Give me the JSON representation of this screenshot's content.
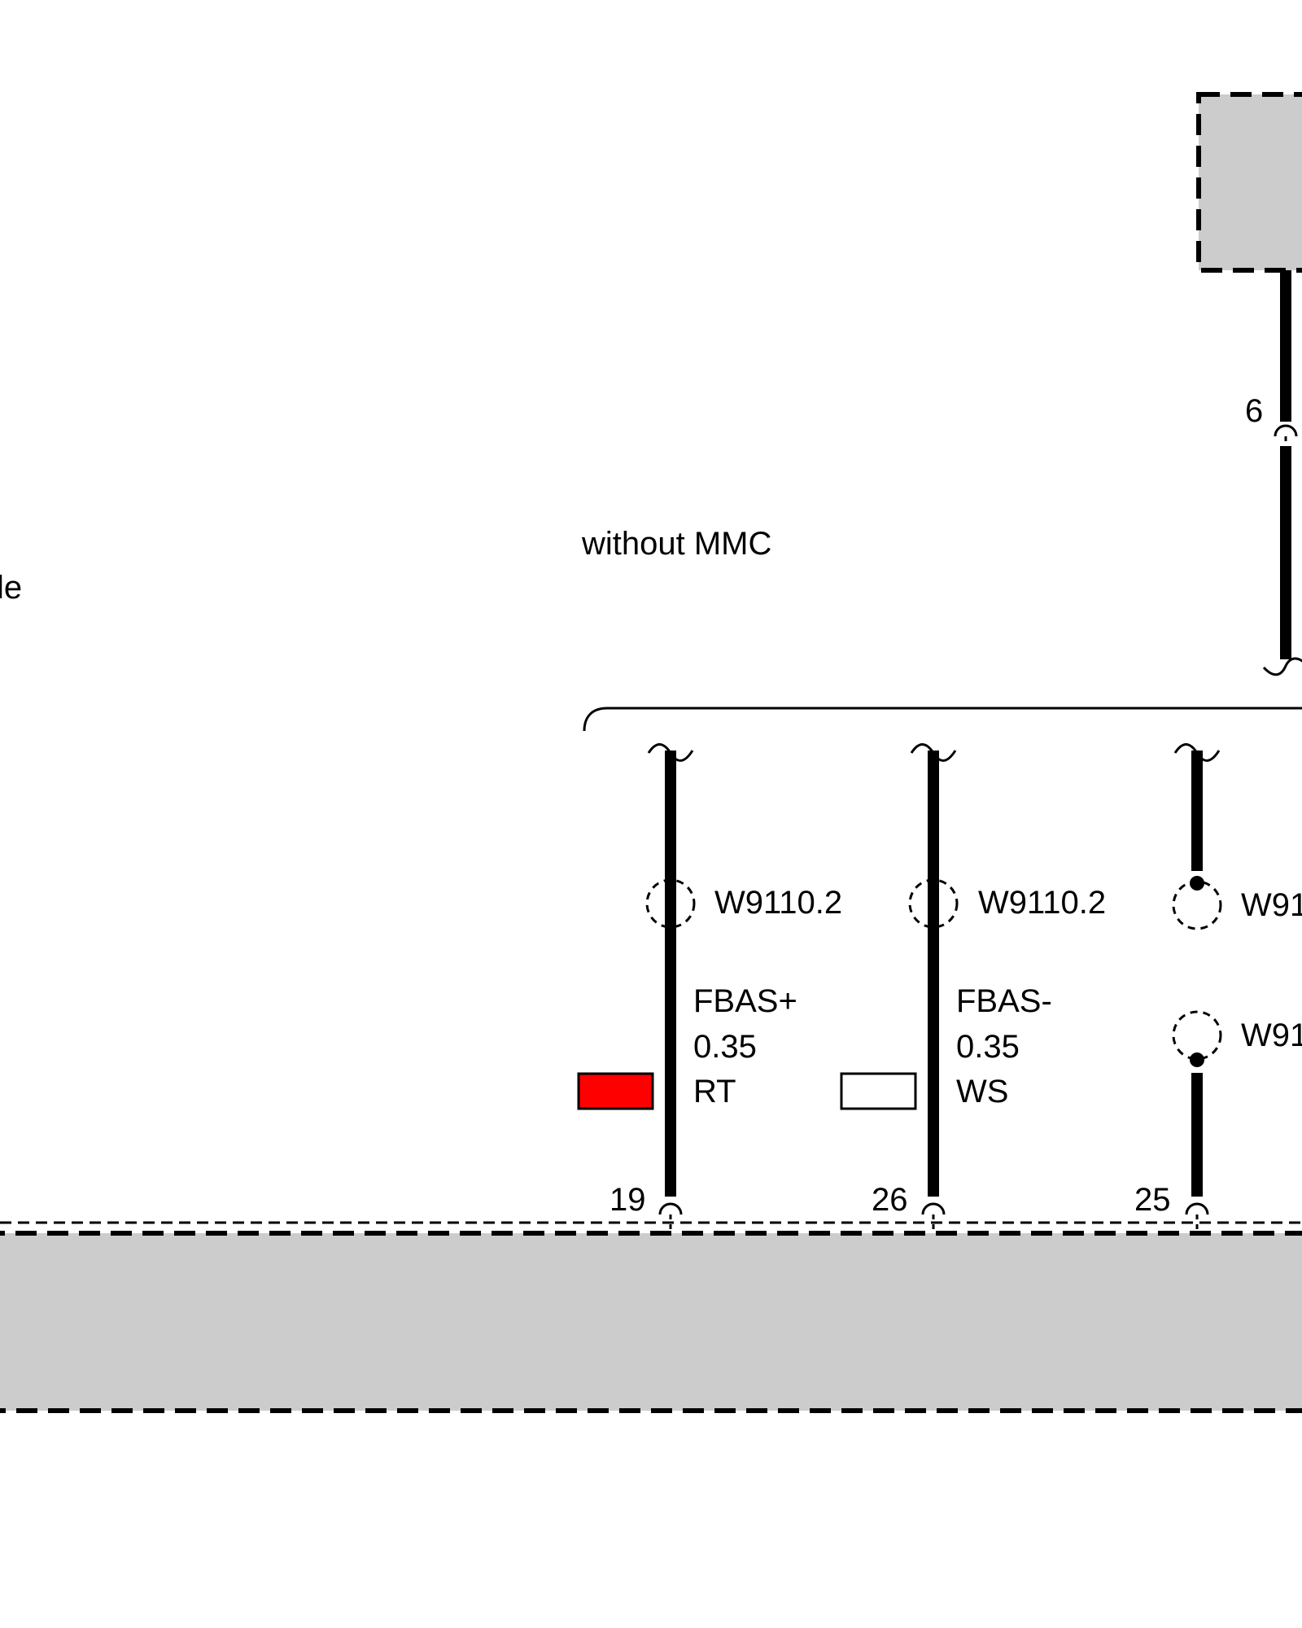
{
  "labels": {
    "partial_left": "le",
    "variant": "without MMC"
  },
  "top_connector": {
    "pin": "6"
  },
  "wires": [
    {
      "id": "fbas-plus",
      "pin": "19",
      "splice": "W9110.2",
      "signal": "FBAS+",
      "gauge": "0.35",
      "color_code": "RT",
      "swatch_color": "#ff0000"
    },
    {
      "id": "fbas-minus",
      "pin": "26",
      "splice": "W9110.2",
      "signal": "FBAS-",
      "gauge": "0.35",
      "color_code": "WS",
      "swatch_color": "#ffffff"
    },
    {
      "id": "shield",
      "pin": "25",
      "splice_upper": "W91",
      "splice_lower": "W91"
    }
  ],
  "colors": {
    "component_fill": "#cccccc",
    "line": "#000000"
  }
}
